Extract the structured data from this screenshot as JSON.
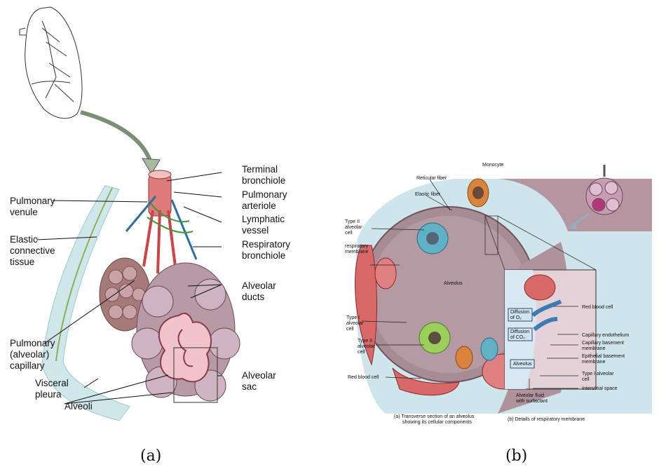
{
  "figure_a": {
    "caption": "(a)",
    "labels": {
      "terminal_bronchiole": [
        "Terminal",
        "bronchiole"
      ],
      "pulmonary_arteriole": [
        "Pulmonary",
        "arteriole"
      ],
      "lymphatic_vessel": [
        "Lymphatic",
        "vessel"
      ],
      "respiratory_bronchiole": [
        "Respiratory",
        "bronchiole"
      ],
      "alveolar_ducts": [
        "Alveolar",
        "ducts"
      ],
      "alveolar_sac": [
        "Alveolar",
        "sac"
      ],
      "pulmonary_venule": [
        "Pulmonary",
        "venule"
      ],
      "elastic_connective_tissue": [
        "Elastic",
        "connective",
        "tissue"
      ],
      "pulmonary_capillary": [
        "Pulmonary",
        "(alveolar)",
        "capillary"
      ],
      "visceral_pleura": [
        "Visceral",
        "pleura"
      ],
      "alveoli": [
        "Alveoli"
      ]
    }
  },
  "figure_b": {
    "caption": "(b)",
    "labels": {
      "monocyte": "Monocyte",
      "reticular_fiber": "Reticular fiber",
      "elastic_fiber": "Elastic fiber",
      "type2_top": [
        "Type II",
        "alveolar",
        "cell"
      ],
      "respiratory_membrane": [
        "respiratory",
        "membrane"
      ],
      "alveolus_main": "Alveolus",
      "type1": [
        "Type I",
        "alveolar",
        "cell"
      ],
      "type2_bottom": [
        "Type II",
        "alveolar",
        "cell"
      ],
      "red_blood_cell_left": "Red blood cell",
      "red_blood_cell_right": "Red blood cell",
      "diffusion_o2": [
        "Diffusion",
        "of O₂"
      ],
      "diffusion_co2": [
        "Diffusion",
        "of CO₂"
      ],
      "alveolus_box": "Alveolus",
      "capillary_endothelium": "Capillary endothelium",
      "capillary_basement": [
        "Capillary basement",
        "membrane"
      ],
      "epithelial_basement": [
        "Epithelial basement",
        "membrane"
      ],
      "type1_right": [
        "Type I alveolar",
        "cell"
      ],
      "interstitial_space": "Interstitial space",
      "alveolar_fluid": [
        "Alveolar fluid",
        "with surfactant"
      ],
      "caption_a": [
        "(a) Transverse section of an alveolus",
        "showing its cellular components"
      ],
      "caption_b": "(b) Details of respiratory membrane"
    }
  }
}
